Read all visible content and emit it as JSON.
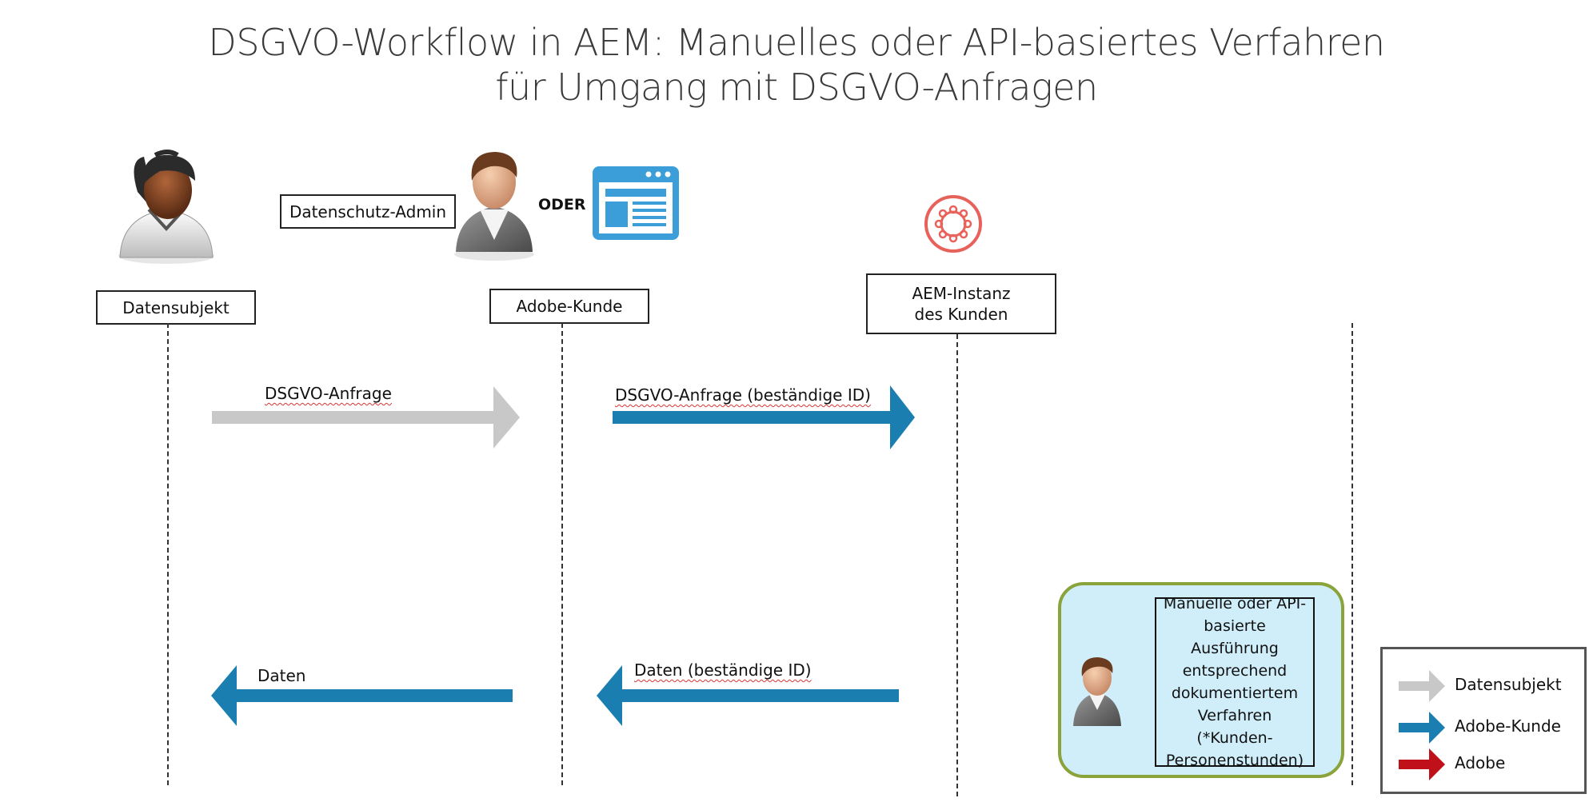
{
  "title": {
    "line1": "DSGVO-Workflow in AEM: Manuelles oder API-basiertes Verfahren",
    "line2": "für Umgang mit DSGVO-Anfragen"
  },
  "actors": {
    "data_subject": "Datensubjekt",
    "privacy_admin": "Datenschutz-Admin",
    "or_label": "ODER",
    "adobe_customer": "Adobe-Kunde",
    "aem_instance_line1": "AEM-Instanz",
    "aem_instance_line2": "des Kunden"
  },
  "messages": {
    "request": "DSGVO-Anfrage",
    "request_persistent": "DSGVO-Anfrage (beständige ID)",
    "data_persistent": "Daten (beständige ID)",
    "data": "Daten"
  },
  "process": {
    "lines": [
      "Manuelle oder API-",
      "basierte Ausführung",
      "entsprechend",
      "dokumentiertem",
      "Verfahren",
      "(*Kunden-",
      "Personenstunden)"
    ]
  },
  "legend": {
    "items": [
      {
        "label": "Datensubjekt",
        "color": "#c8c8c8"
      },
      {
        "label": "Adobe-Kunde",
        "color": "#1a7fb0"
      },
      {
        "label": "Adobe",
        "color": "#c0111a"
      }
    ]
  },
  "colors": {
    "gray_arrow": "#c8c8c8",
    "blue_arrow": "#1a7fb0",
    "red_arrow": "#c0111a",
    "process_fill": "#cfeefa",
    "process_border": "#8aa33b",
    "adobe_icon": "#e8615b",
    "app_icon": "#3b9ed8"
  },
  "icons": {
    "data_subject": "female-person-icon",
    "admin": "male-person-icon",
    "app": "browser-window-icon",
    "aem": "adobe-experience-cloud-icon",
    "process_person": "male-person-icon"
  }
}
